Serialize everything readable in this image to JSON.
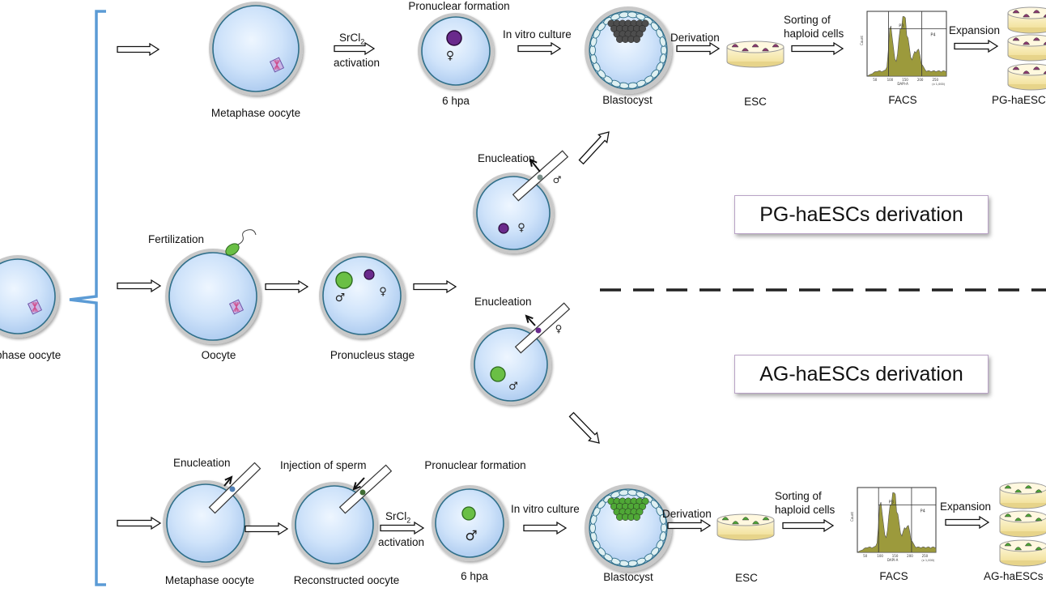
{
  "colors": {
    "bracket": "#5b9bd5",
    "cytoplasm": "#d3e6fb",
    "zona": "#c8c8c8",
    "female_pn": "#6a2a8c",
    "male_pn": "#6abf45",
    "grey_cells": "#4d4d4d",
    "green_cells": "#4fa836",
    "facs_fill": "#9c9a3c",
    "box_border": "#b9a3c6"
  },
  "icons": {
    "female": "♀",
    "male": "♂"
  },
  "row1": {
    "metaphase": "Metaphase oocyte",
    "srcl2": "SrCl",
    "srcl2_sub": "2",
    "activation": "activation",
    "pronuclear": "Pronuclear formation",
    "hpa": "6 hpa",
    "in_vitro": "In vitro culture",
    "blastocyst": "Blastocyst",
    "derivation": "Derivation",
    "esc": "ESC",
    "sorting_1": "Sorting of",
    "sorting_2": "haploid cells",
    "facs": "FACS",
    "expansion": "Expansion",
    "final": "PG-haESCs"
  },
  "middle": {
    "left_oocyte": "Metaphase oocyte",
    "fertilization": "Fertilization",
    "oocyte": "Oocyte",
    "pronucleus": "Pronucleus stage",
    "enucleation_top": "Enucleation",
    "enucleation_bottom": "Enucleation",
    "pg_box": "PG-haESCs derivation",
    "ag_box": "AG-haESCs derivation"
  },
  "row3": {
    "enucleation": "Enucleation",
    "metaphase": "Metaphase oocyte",
    "injection": "Injection of sperm",
    "reconstructed": "Reconstructed oocyte",
    "srcl2": "SrCl",
    "srcl2_sub": "2",
    "activation": "activation",
    "pronuclear": "Pronuclear formation",
    "hpa": "6 hpa",
    "in_vitro": "In vitro culture",
    "blastocyst": "Blastocyst",
    "derivation": "Derivation",
    "esc": "ESC",
    "sorting_1": "Sorting of",
    "sorting_2": "haploid cells",
    "facs": "FACS",
    "expansion": "Expansion",
    "final": "AG-haESCs"
  },
  "facs_axes": {
    "xlabel": "DAPI-A",
    "ylabel": "Count",
    "gate_left": "P3",
    "gate_right": "P4",
    "ticks": [
      "50",
      "100",
      "150",
      "200",
      "250"
    ],
    "scale": "(x 1,000)"
  }
}
